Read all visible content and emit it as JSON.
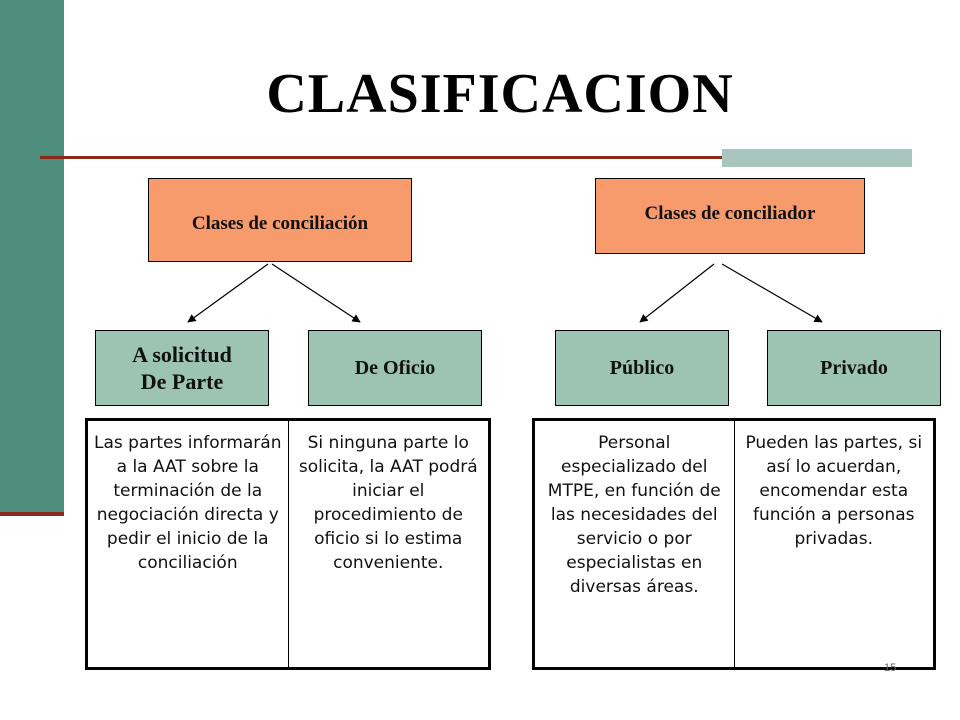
{
  "title": "CLASIFICACION",
  "left": {
    "header": "Clases de conciliación",
    "children": [
      "A solicitud De Parte",
      "De Oficio"
    ],
    "descriptions": [
      "Las partes informarán a la AAT sobre la terminación de la negociación directa y pedir el inicio de la conciliación",
      "Si ninguna parte lo solicita, la AAT podrá iniciar el procedimiento de oficio si lo estima conveniente."
    ]
  },
  "right": {
    "header": "Clases de conciliador",
    "children": [
      "Público",
      "Privado"
    ],
    "descriptions": [
      "Personal especializado del MTPE, en función de las necesidades del servicio o por especialistas en diversas áreas.",
      "Pueden las partes, si así lo acuerdan, encomendar esta función a personas privadas."
    ]
  },
  "page_number": "15",
  "colors": {
    "sidebar": "#4f8e7c",
    "rule": "#8a2a1a",
    "header_fill": "#f79b6c",
    "leaf_fill": "#9dc3b3",
    "accent": "#a9c6be"
  }
}
